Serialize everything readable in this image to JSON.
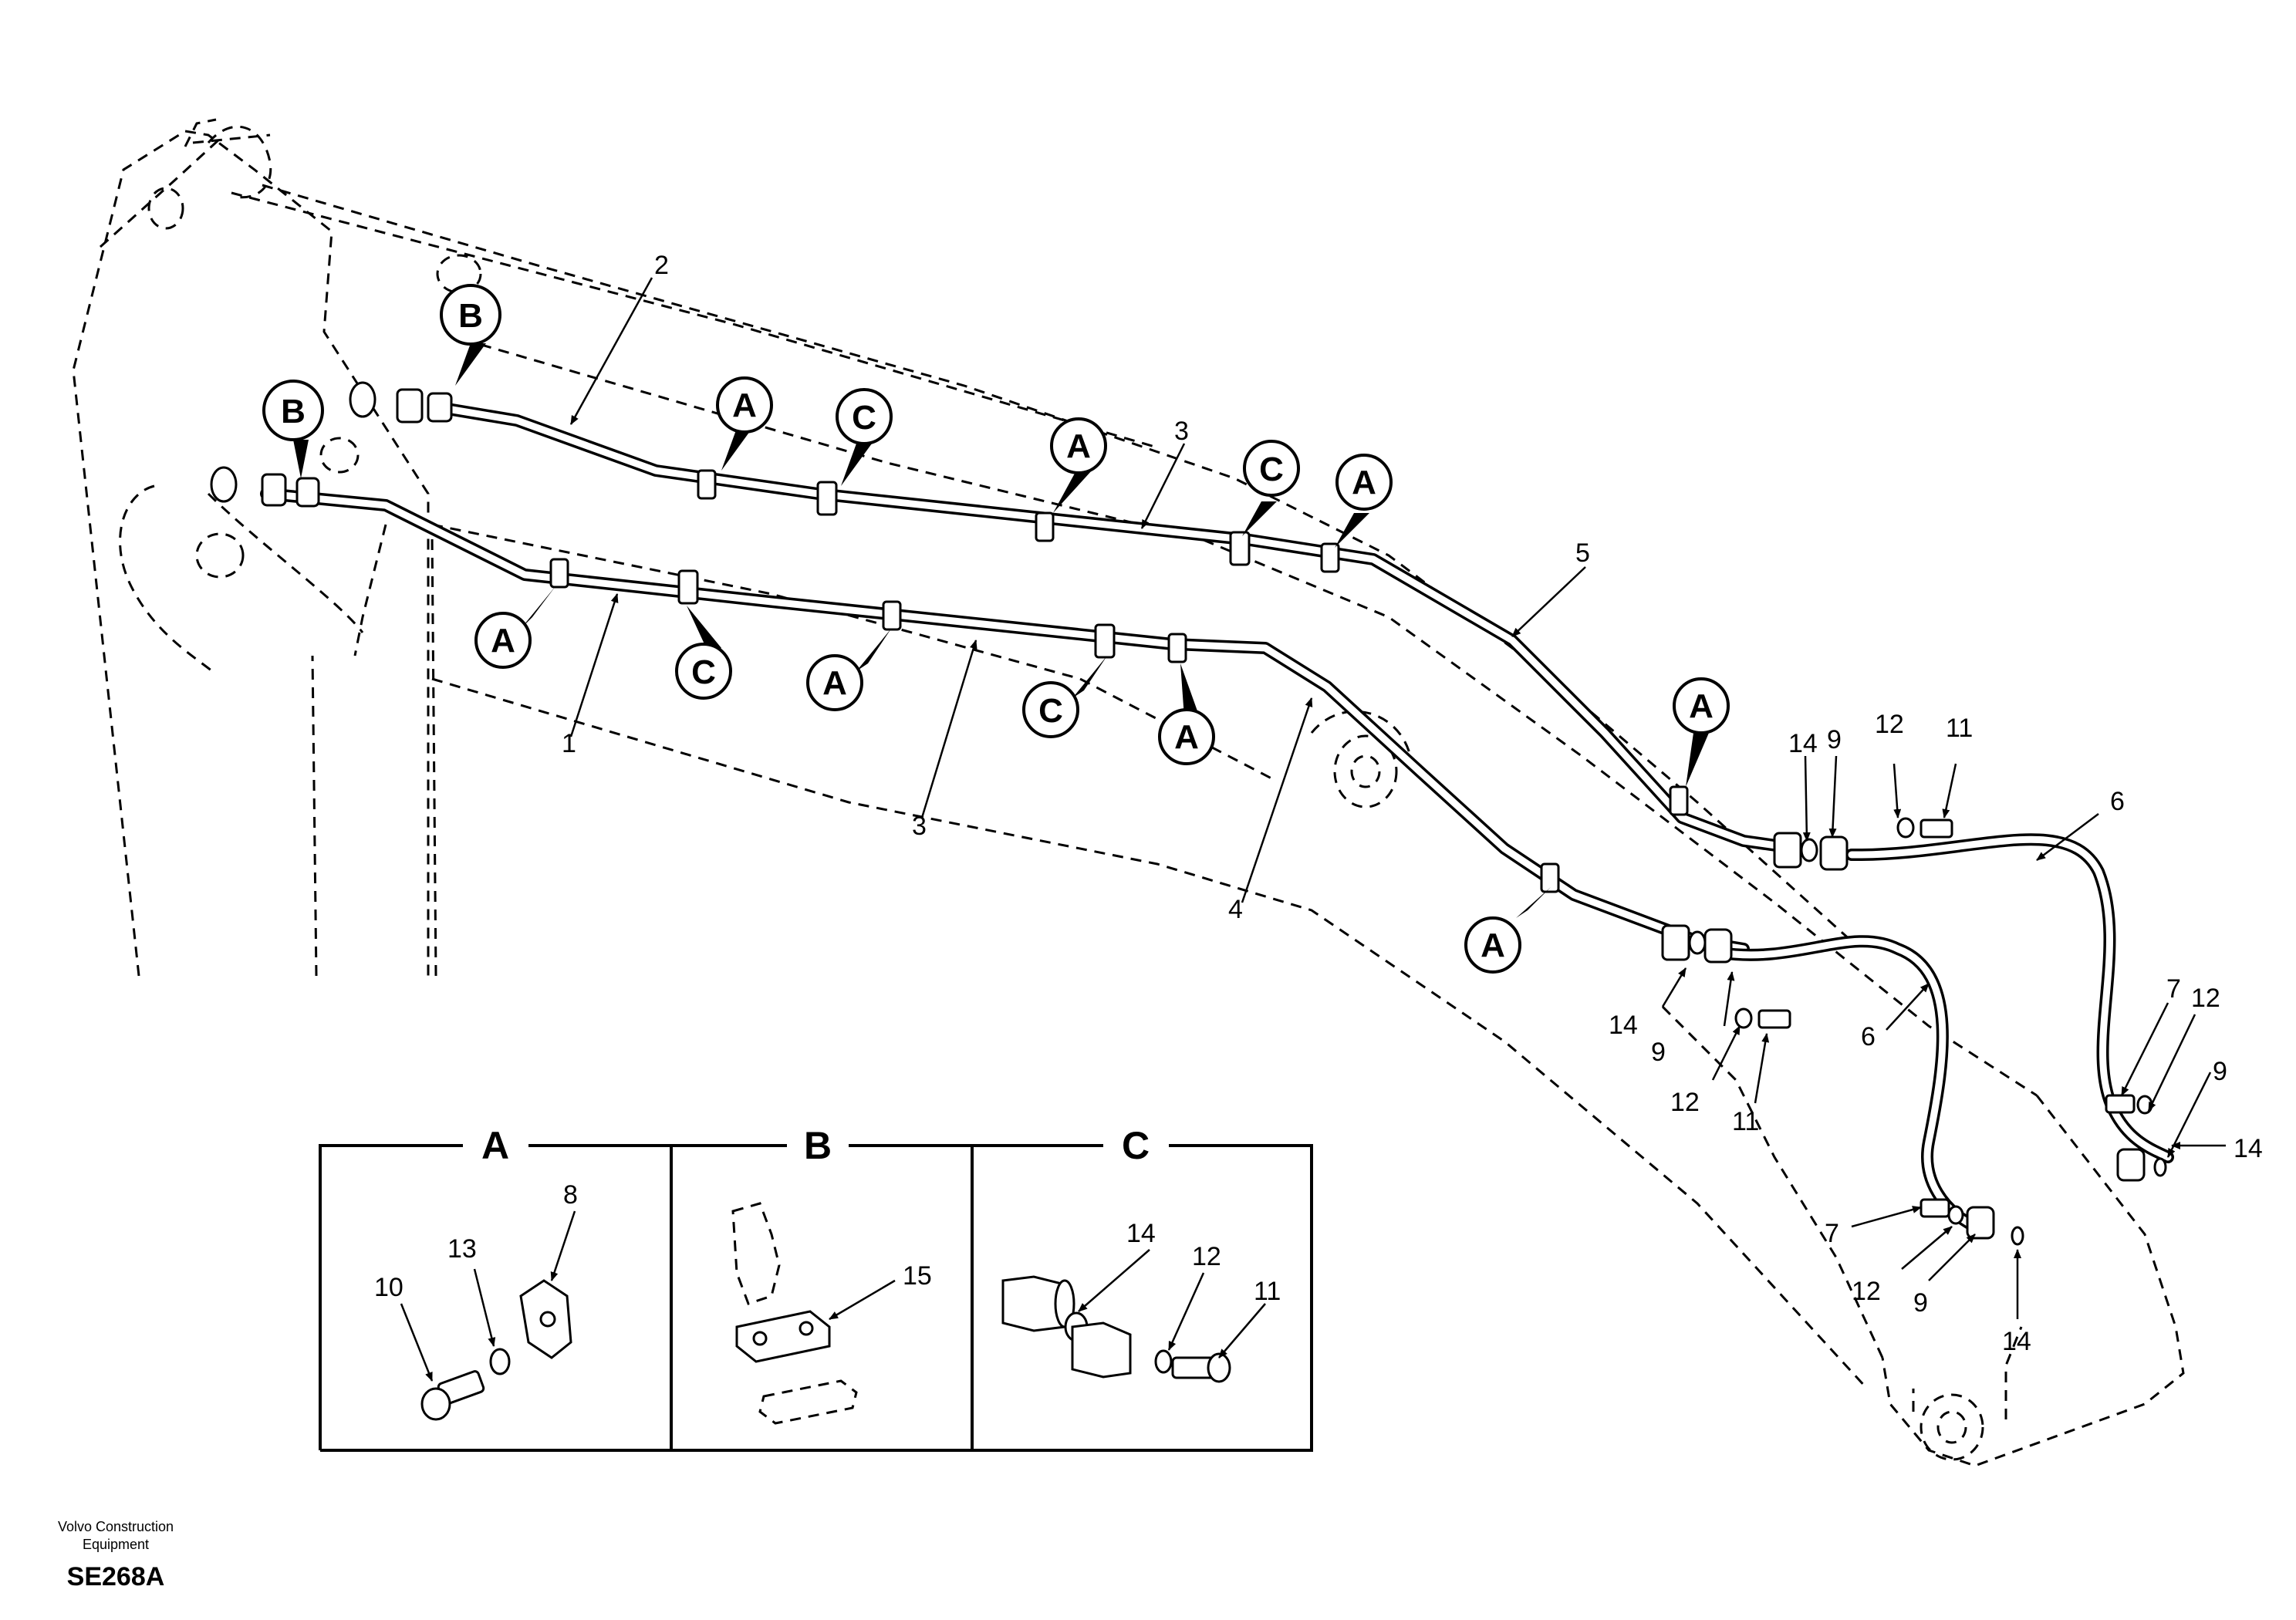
{
  "callouts": {
    "p1": "1",
    "p2": "2",
    "p3": "3",
    "p4": "4",
    "p5": "5",
    "p6": "6",
    "p7": "7",
    "p8": "8",
    "p9": "9",
    "p10": "10",
    "p11": "11",
    "p12": "12",
    "p13": "13",
    "p14": "14",
    "p15": "15"
  },
  "views": {
    "a": "A",
    "b": "B",
    "c": "C"
  },
  "footer": {
    "company_line1": "Volvo Construction",
    "company_line2": "Equipment",
    "drawing_code": "SE268A"
  }
}
